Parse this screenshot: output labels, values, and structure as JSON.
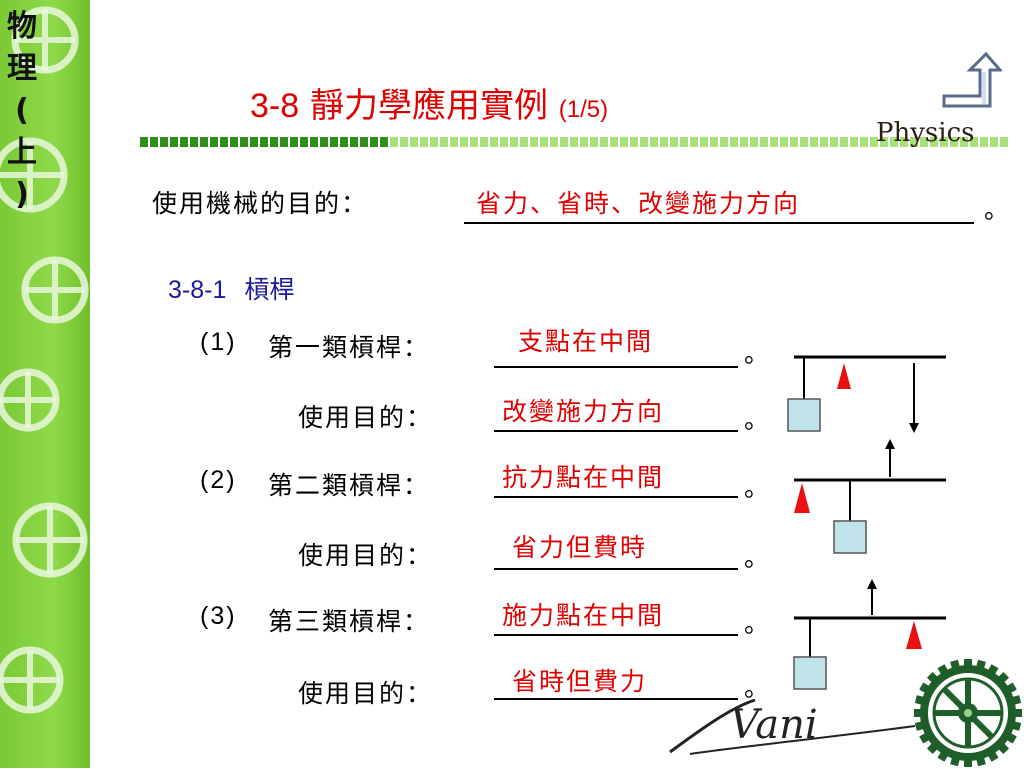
{
  "sidebar": {
    "title_chars": [
      "物",
      "理",
      "(",
      "上",
      ")"
    ]
  },
  "header": {
    "title_num": "3-8",
    "title_text": "靜力學應用實例",
    "title_page": "(1/5)",
    "brand": "Physics",
    "home_icon": "home-return-arrow-icon"
  },
  "purpose": {
    "label": "使用機械的目的：",
    "answer": "省力、省時、改變施力方向",
    "end": "。"
  },
  "section": {
    "number": "3-8-1",
    "name": "槓桿"
  },
  "levers": [
    {
      "index": "(1)",
      "label": "第一類槓桿：",
      "answer": "支點在中間",
      "purpose_label": "使用目的：",
      "purpose_answer": "改變施力方向",
      "end": "。"
    },
    {
      "index": "(2)",
      "label": "第二類槓桿：",
      "answer": "抗力點在中間",
      "purpose_label": "使用目的：",
      "purpose_answer": "省力但費時",
      "end": "。"
    },
    {
      "index": "(3)",
      "label": "第三類槓桿：",
      "answer": "施力點在中間",
      "purpose_label": "使用目的：",
      "purpose_answer": "省時但費力",
      "end": "。"
    }
  ],
  "footer": {
    "logo_text": "Vani"
  },
  "colors": {
    "accent": "#e00000",
    "section": "#1a1a99",
    "sidebar": "#7fcf3a",
    "dash_dark": "#2f8f1a",
    "dash_light": "#a8e07a",
    "fulcrum": "#e81010",
    "weight": "#bfe3e8"
  }
}
